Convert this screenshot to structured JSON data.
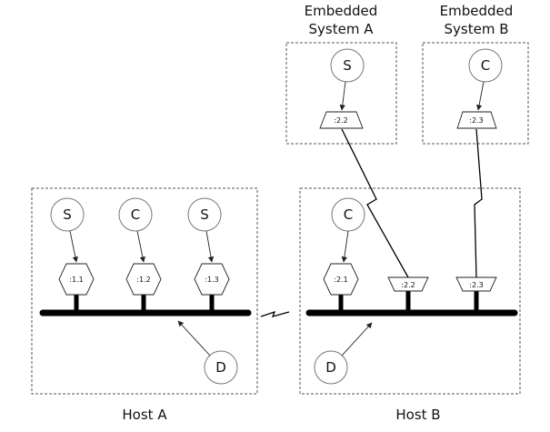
{
  "hosts": {
    "host_a_label": "Host A",
    "host_b_label": "Host B",
    "embedded_a_line1": "Embedded",
    "embedded_a_line2": "System A",
    "embedded_b_line1": "Embedded",
    "embedded_b_line2": "System B"
  },
  "nodes": {
    "host_a_n1": "S",
    "host_a_n2": "C",
    "host_a_n3": "S",
    "host_a_d": "D",
    "host_b_n1": "C",
    "host_b_d": "D",
    "embedded_a_n": "S",
    "embedded_b_n": "C"
  },
  "ports": {
    "host_a_p1": ":1.1",
    "host_a_p2": ":1.2",
    "host_a_p3": ":1.3",
    "host_b_p1": ":2.1",
    "host_b_p2": ":2.2",
    "host_b_p3": ":2.3",
    "embedded_a_p": ":2.2",
    "embedded_b_p": ":2.3"
  }
}
